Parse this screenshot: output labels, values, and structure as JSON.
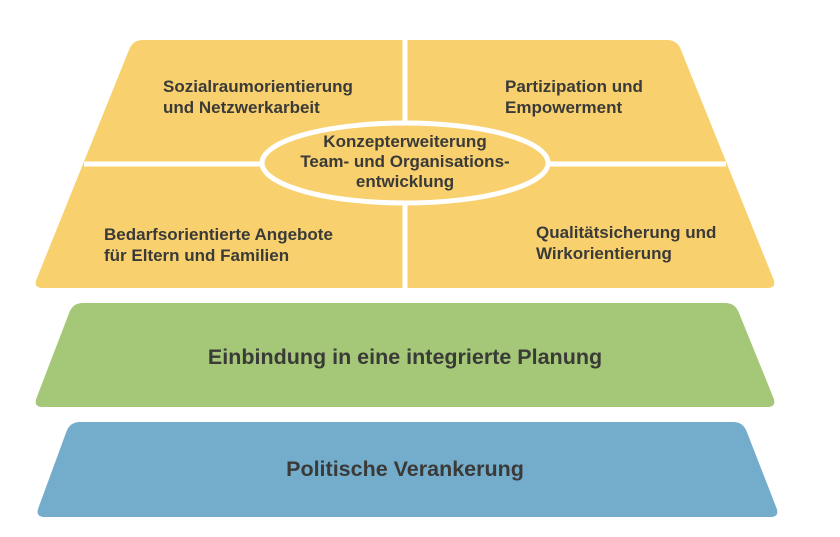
{
  "diagram": {
    "colors": {
      "top_layer": "#f8d06e",
      "middle_layer": "#a4c877",
      "bottom_layer": "#74adcb",
      "divider": "#ffffff",
      "text": "#3a3a38",
      "background": "#ffffff"
    },
    "top_layer": {
      "quadrant_top_left": "Sozialraumorientierung\nund Netzwerkarbeit",
      "quadrant_top_right": "Partizipation und\nEmpowerment",
      "quadrant_bottom_left": "Bedarfsorientierte Angebote\nfür Eltern und Familien",
      "quadrant_bottom_right": "Qualitätsicherung und\nWirkorientierung",
      "center_ellipse": "Konzepterweiterung\nTeam- und Organisations-\nentwicklung"
    },
    "middle_layer": {
      "label": "Einbindung in eine integrierte Planung"
    },
    "bottom_layer": {
      "label": "Politische Verankerung"
    }
  }
}
